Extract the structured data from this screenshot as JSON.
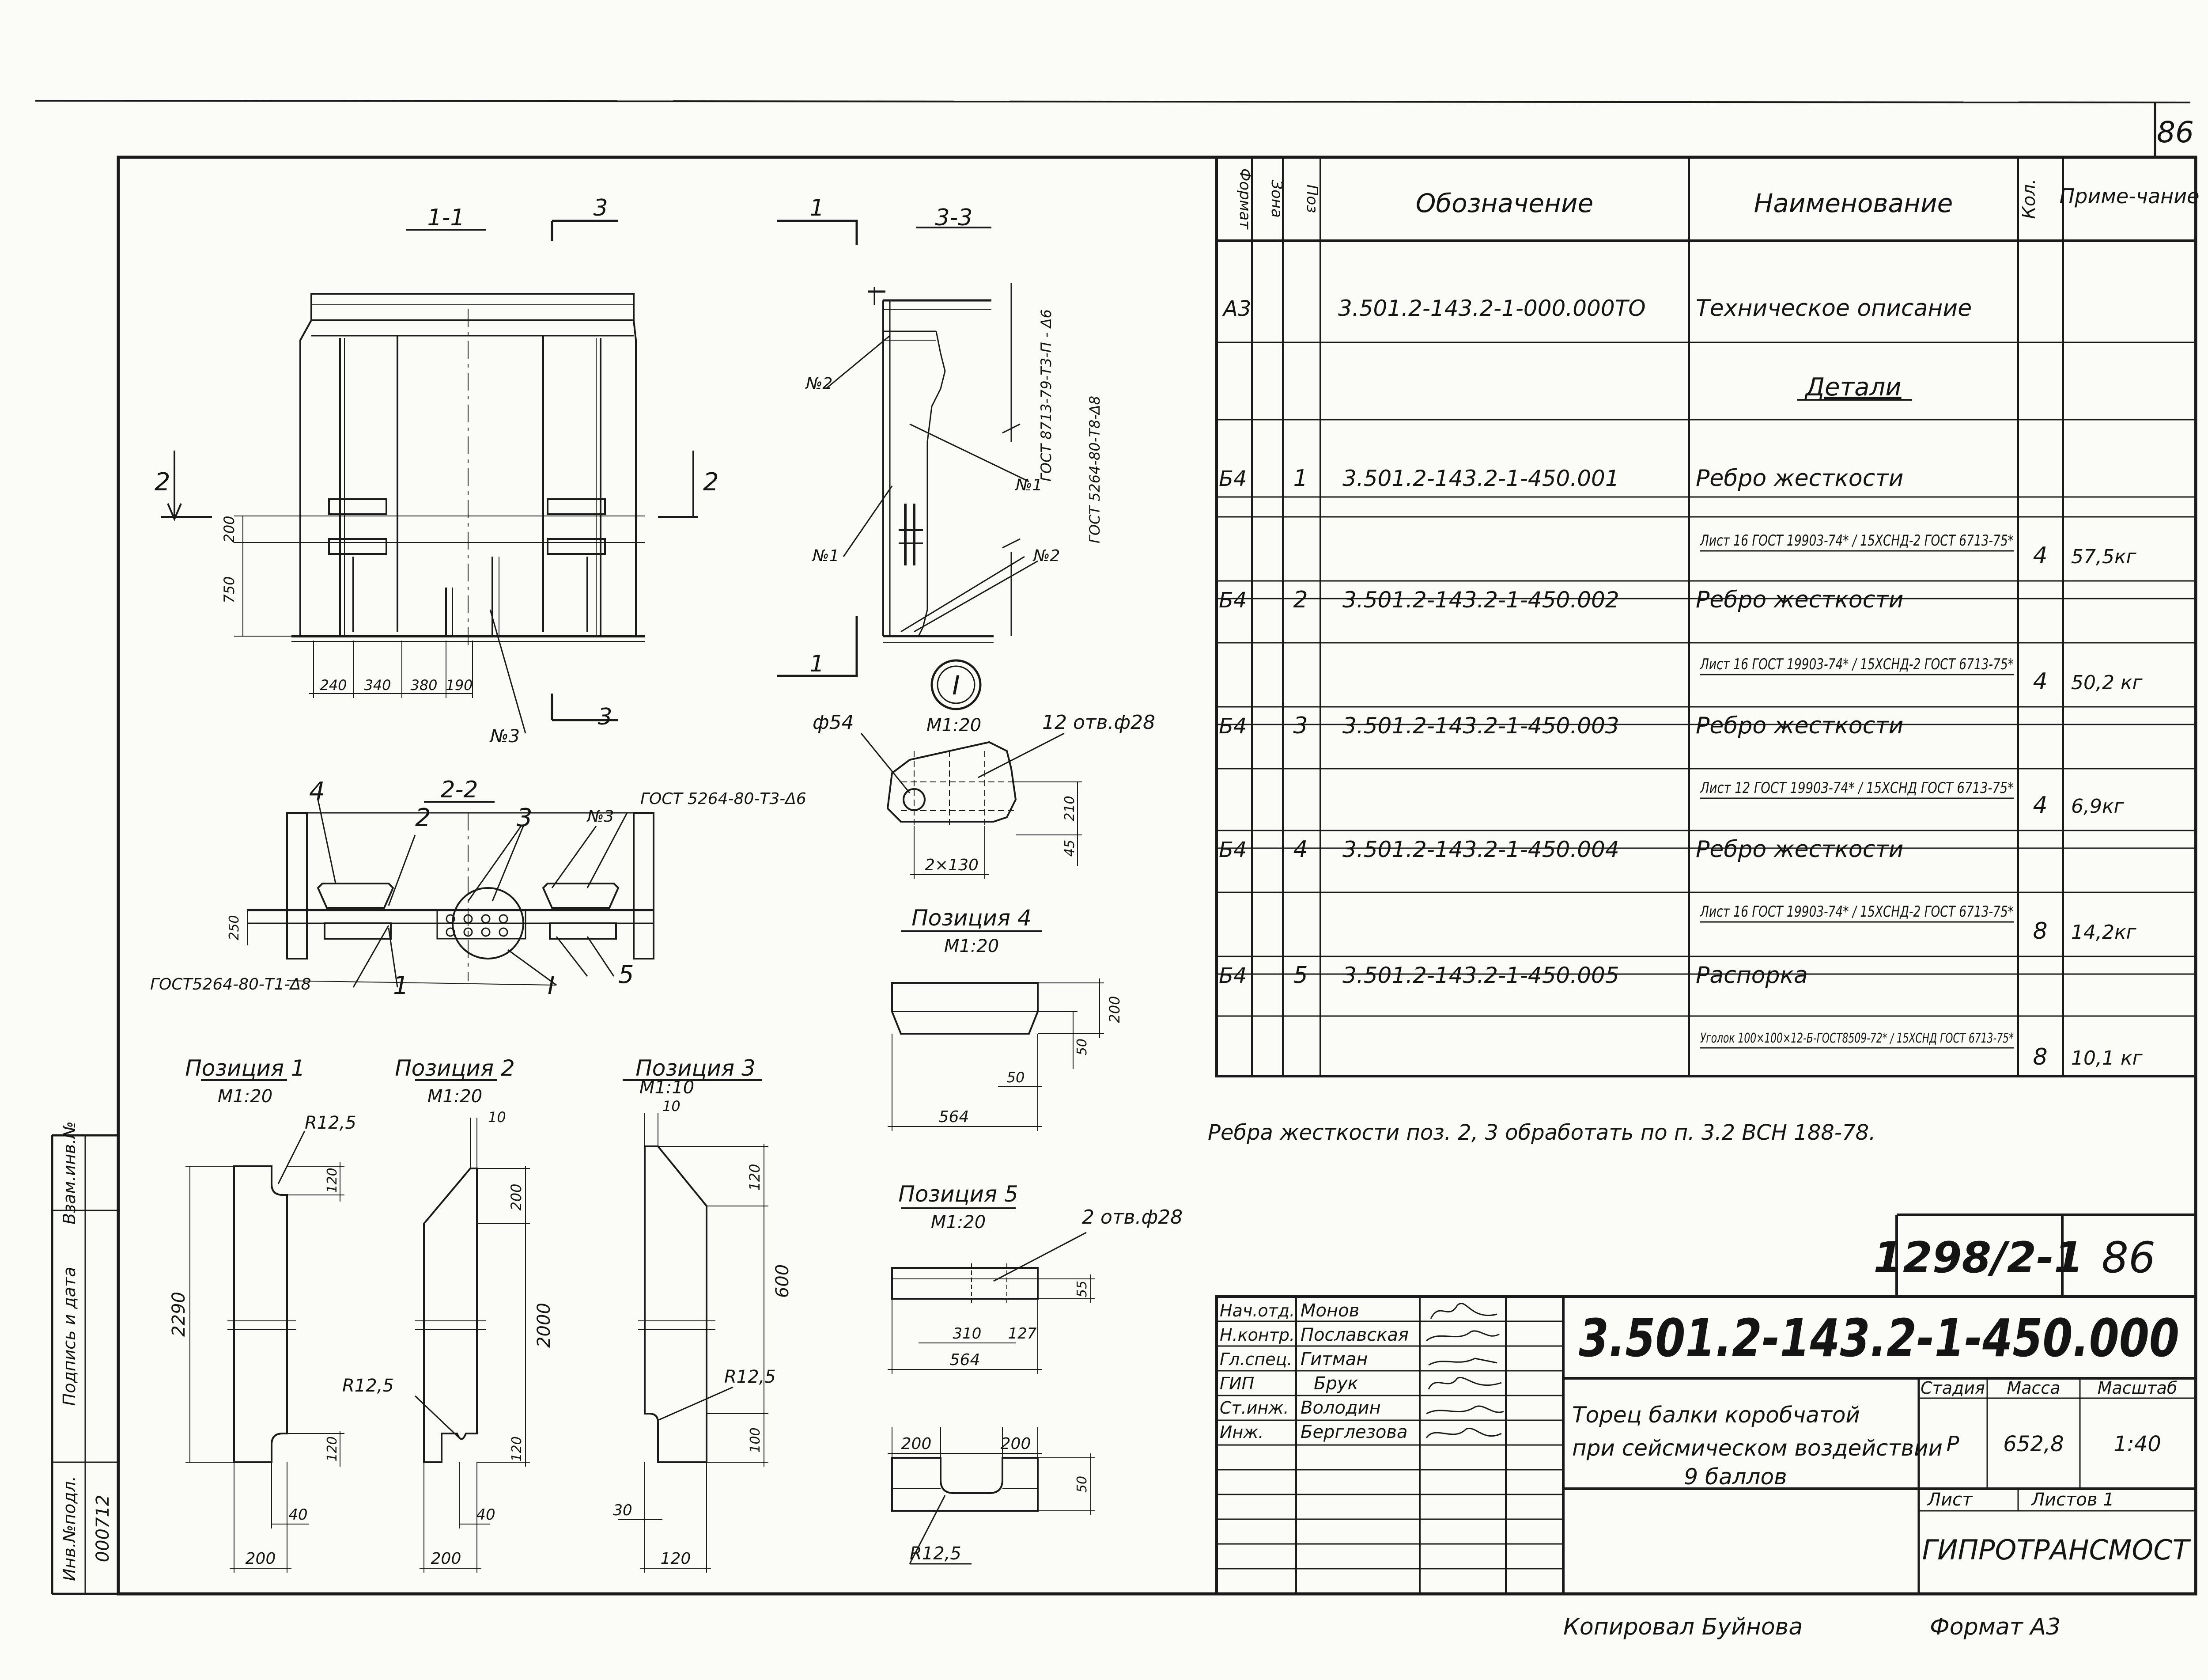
{
  "sheet": {
    "page_number_corner": "86",
    "copied_by": "Копировал Буйнова",
    "format": "Формат А3",
    "left_strip": [
      "Инв.№подл.",
      "Подпись и дата",
      "Взам.инв.№"
    ],
    "inventory_number": "000712"
  },
  "drawing": {
    "view_1_1": "1-1",
    "view_2_2": "2-2",
    "view_3_3": "3-3",
    "cut_1": "1",
    "cut_2": "2",
    "cut_3": "3",
    "node_I": "I",
    "node_I_scale": "М1:20",
    "node_hole_dia": "ф54",
    "node_holes": "12 отв.ф28",
    "node_dim_2x130": "2×130",
    "node_dim_45": "45",
    "node_dim_210": "210",
    "item_no1": "№1",
    "item_no2": "№2",
    "item_no3": "№3",
    "weld_1": "ГОСТ 8713-79-Т3-П - Δ6",
    "weld_2": "ГОСТ 5264-80-Т8-Δ8",
    "weld_3": "ГОСТ 5264-80-Т3-Δ6",
    "weld_4": "ГОСТ5264-80-Т1-Δ8",
    "dim_200": "200",
    "dim_750": "750",
    "dim_240": "240",
    "dim_340": "340",
    "dim_380": "380",
    "dim_190": "190",
    "dim_250": "250",
    "callout_1": "1",
    "callout_2": "2",
    "callout_3": "3",
    "callout_4": "4",
    "callout_5": "5",
    "callout_I": "I",
    "pos1_title": "Позиция 1",
    "pos1_scale": "М1:20",
    "pos1_r": "R12,5",
    "pos1_120a": "120",
    "pos1_120b": "120",
    "pos1_2290": "2290",
    "pos1_40": "40",
    "pos1_200": "200",
    "pos2_title": "Позиция 2",
    "pos2_scale": "М1:20",
    "pos2_10": "10",
    "pos2_200a": "200",
    "pos2_2000": "2000",
    "pos2_120": "120",
    "pos2_r": "R12,5",
    "pos2_40": "40",
    "pos2_200b": "200",
    "pos3_title": "Позиция 3",
    "pos3_scale": "М1:10",
    "pos3_10": "10",
    "pos3_120a": "120",
    "pos3_600": "600",
    "pos3_r": "R12,5",
    "pos3_100": "100",
    "pos3_30": "30",
    "pos3_120b": "120",
    "pos4_title": "Позиция 4",
    "pos4_scale": "М1:20",
    "pos4_200": "200",
    "pos4_50a": "50",
    "pos4_50b": "50",
    "pos4_564": "564",
    "pos5_title": "Позиция 5",
    "pos5_scale": "М1:20",
    "pos5_holes": "2 отв.ф28",
    "pos5_55": "55",
    "pos5_310": "310",
    "pos5_127": "127",
    "pos5_564": "564",
    "pos5_200a": "200",
    "pos5_200b": "200",
    "pos5_50": "50",
    "pos5_r": "R12,5"
  },
  "spec": {
    "headers": {
      "format": "Формат",
      "zone": "Зона",
      "pos": "Поз",
      "designation": "Обозначение",
      "name": "Наименование",
      "qty": "Кол.",
      "note": "Приме-чание"
    },
    "rows": [
      {
        "format": "А3",
        "zone": "",
        "pos": "",
        "designation": "3.501.2-143.2-1-000.000ТО",
        "name": "Техническое описание",
        "qty": "",
        "note": ""
      },
      {
        "format": "",
        "zone": "",
        "pos": "",
        "designation": "",
        "name": "Детали",
        "qty": "",
        "note": ""
      },
      {
        "format": "Б4",
        "zone": "",
        "pos": "1",
        "designation": "3.501.2-143.2-1-450.001",
        "name": "Ребро жесткости",
        "qty": "",
        "note": ""
      },
      {
        "format": "",
        "zone": "",
        "pos": "",
        "designation": "",
        "name": "Лист 16 ГОСТ 19903-74* / 15ХСНД-2 ГОСТ 6713-75*",
        "qty": "4",
        "note": "57,5кг"
      },
      {
        "format": "Б4",
        "zone": "",
        "pos": "2",
        "designation": "3.501.2-143.2-1-450.002",
        "name": "Ребро жесткости",
        "qty": "",
        "note": ""
      },
      {
        "format": "",
        "zone": "",
        "pos": "",
        "designation": "",
        "name": "Лист 16 ГОСТ 19903-74* / 15ХСНД-2 ГОСТ 6713-75*",
        "qty": "4",
        "note": "50,2 кг"
      },
      {
        "format": "Б4",
        "zone": "",
        "pos": "3",
        "designation": "3.501.2-143.2-1-450.003",
        "name": "Ребро жесткости",
        "qty": "",
        "note": ""
      },
      {
        "format": "",
        "zone": "",
        "pos": "",
        "designation": "",
        "name": "Лист 12 ГОСТ 19903-74* / 15ХСНД ГОСТ 6713-75*",
        "qty": "4",
        "note": "6,9кг"
      },
      {
        "format": "Б4",
        "zone": "",
        "pos": "4",
        "designation": "3.501.2-143.2-1-450.004",
        "name": "Ребро жесткости",
        "qty": "",
        "note": ""
      },
      {
        "format": "",
        "zone": "",
        "pos": "",
        "designation": "",
        "name": "Лист 16 ГОСТ 19903-74* / 15ХСНД-2 ГОСТ 6713-75*",
        "qty": "8",
        "note": "14,2кг"
      },
      {
        "format": "Б4",
        "zone": "",
        "pos": "5",
        "designation": "3.501.2-143.2-1-450.005",
        "name": "Распорка",
        "qty": "",
        "note": ""
      },
      {
        "format": "",
        "zone": "",
        "pos": "",
        "designation": "",
        "name": "Уголок 100×100×12-Б-ГОСТ8509-72* / 15ХСНД ГОСТ 6713-75*",
        "qty": "8",
        "note": "10,1 кг"
      }
    ],
    "note": "Ребра жесткости поз. 2, 3 обработать по п. 3.2 ВСН 188-78."
  },
  "title_block": {
    "album": "1298/2-1",
    "sheet_code": "86",
    "document_code": "3.501.2-143.2-1-450.000",
    "title": [
      "Торец балки коробчатой",
      "при сейсмическом воздействии",
      "9 баллов"
    ],
    "stage_label": "Стадия",
    "mass_label": "Масса",
    "scale_label": "Масштаб",
    "stage": "Р",
    "mass": "652,8",
    "scale": "1:40",
    "sheet_label": "Лист",
    "sheets_label": "Листов 1",
    "organization": "ГИПРОТРАНСМОСТ",
    "people": [
      {
        "role": "Нач.отд.",
        "name": "Монов"
      },
      {
        "role": "Н.контр.",
        "name": "Пославская"
      },
      {
        "role": "Гл.спец.",
        "name": "Гитман"
      },
      {
        "role": "ГИП",
        "name": "Брук"
      },
      {
        "role": "Ст.инж.",
        "name": "Володин"
      },
      {
        "role": "Инж.",
        "name": "Берглезова"
      }
    ]
  }
}
